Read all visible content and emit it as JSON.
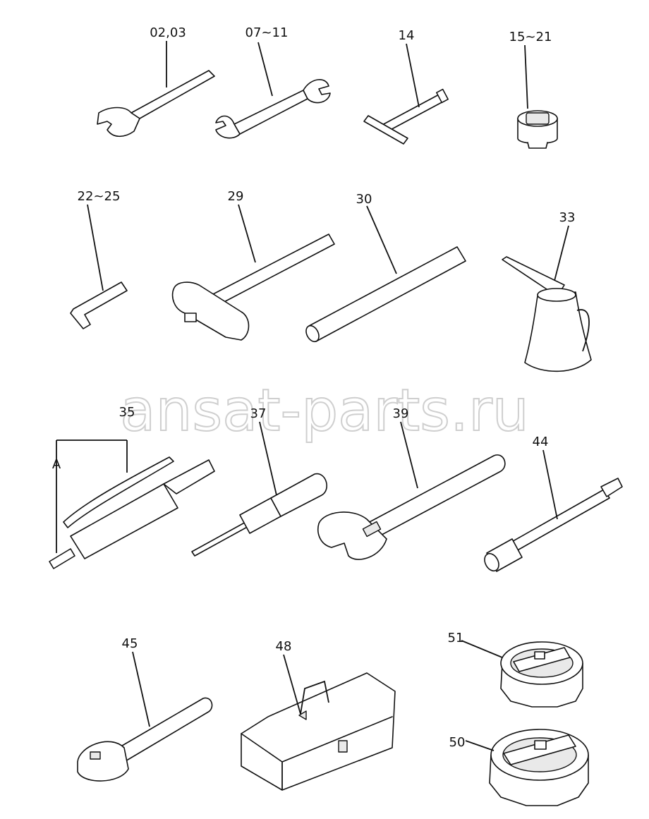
{
  "watermark": "ansat-parts.ru",
  "labels": {
    "wrench_02_03": "02,03",
    "wrench_07_11": "07~11",
    "tbar_14": "14",
    "socket_15_21": "15~21",
    "hex_key_22_25": "22~25",
    "hammer_29": "29",
    "bar_30": "30",
    "oil_can_33": "33",
    "grease_gun_35": "35",
    "grease_gun_a": "A",
    "screwdriver_37": "37",
    "adjustable_wrench_39": "39",
    "extension_bar_44": "44",
    "ratchet_45": "45",
    "toolbox_48": "48",
    "filter_wrench_51": "51",
    "filter_wrench_50": "50"
  }
}
